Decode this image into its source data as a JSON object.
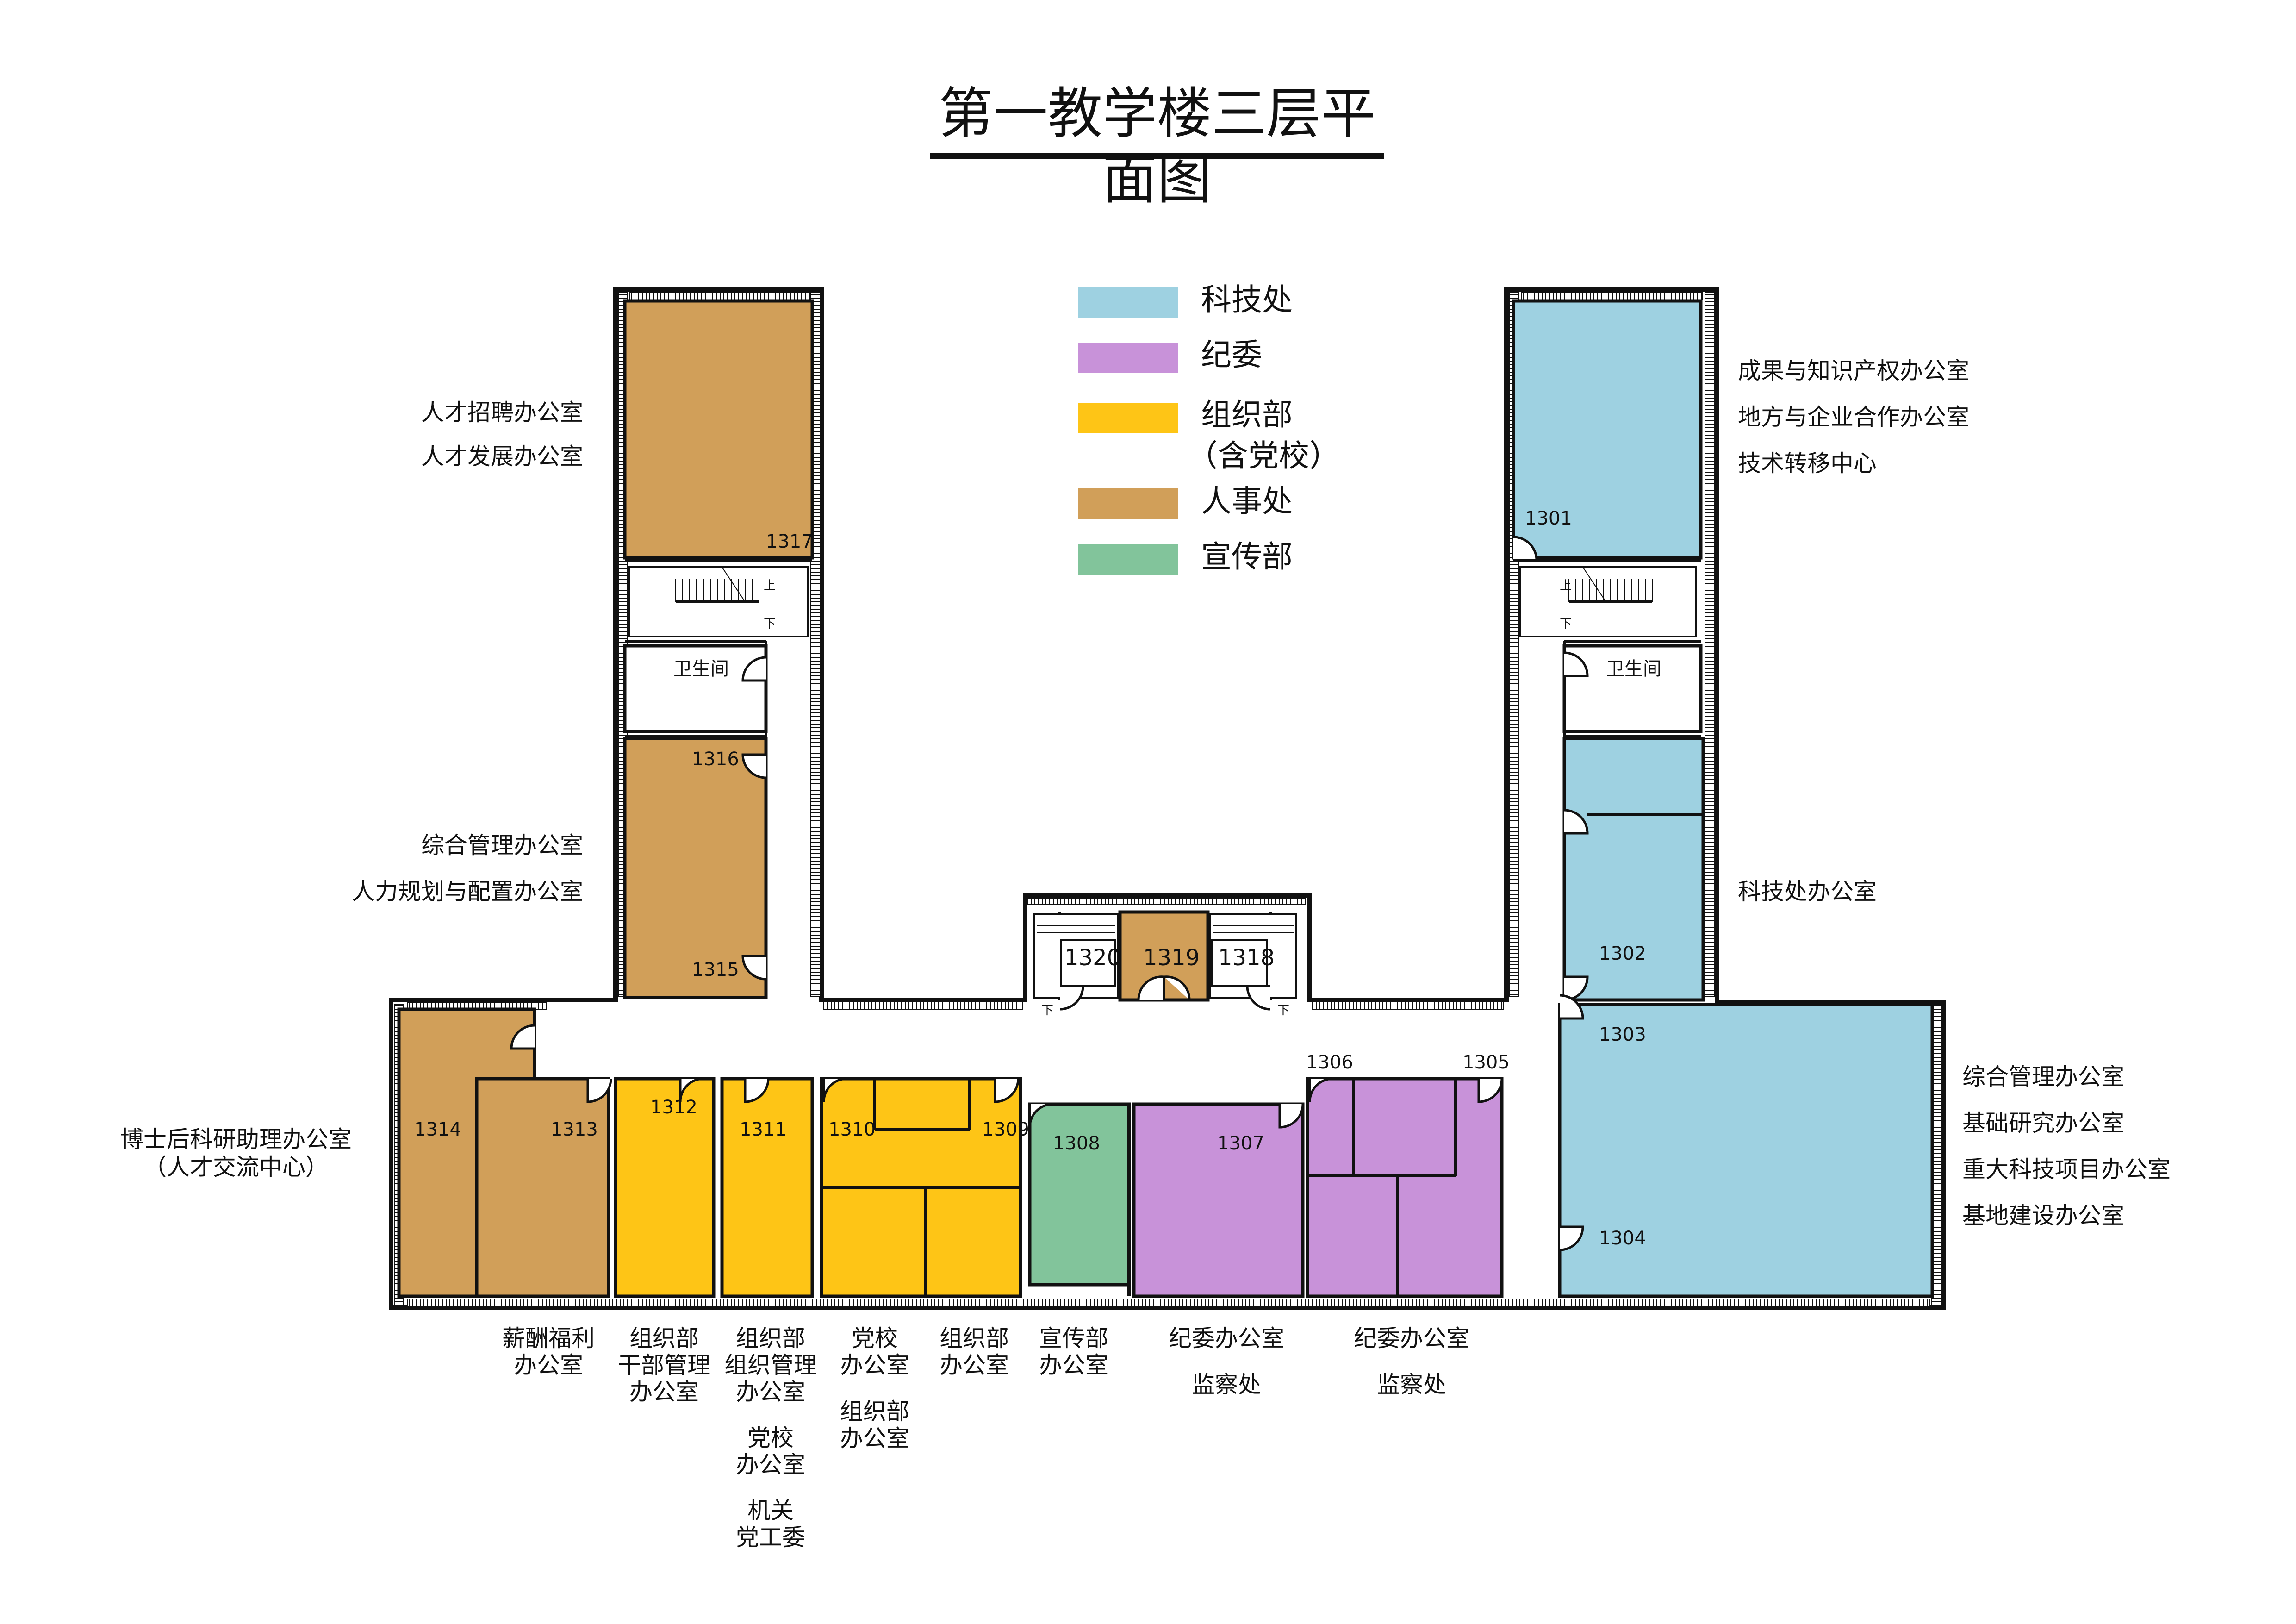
{
  "title": "第一教学楼三层平面图",
  "colors": {
    "keji": "#9ed1e1",
    "jiwei": "#c892d9",
    "zuzhi": "#fec516",
    "renshi": "#d19f59",
    "xuanchuan": "#82c49b",
    "wall": "#111111"
  },
  "legend": [
    {
      "label": "科技处",
      "color": "#9ed1e1"
    },
    {
      "label": "纪委",
      "color": "#c892d9"
    },
    {
      "label": "组织部",
      "label2": "（含党校）",
      "color": "#fec516"
    },
    {
      "label": "人事处",
      "color": "#d19f59"
    },
    {
      "label": "宣传部",
      "color": "#82c49b"
    }
  ],
  "rooms": {
    "r1301": "1301",
    "r1302": "1302",
    "r1303": "1303",
    "r1304": "1304",
    "r1305": "1305",
    "r1306": "1306",
    "r1307": "1307",
    "r1308": "1308",
    "r1309": "1309",
    "r1310": "1310",
    "r1311": "1311",
    "r1312": "1312",
    "r1313": "1313",
    "r1314": "1314",
    "r1315": "1315",
    "r1316": "1316",
    "r1317": "1317",
    "r1318": "1318",
    "r1319": "1319",
    "r1320": "1320"
  },
  "restroom": "卫生间",
  "stairs": {
    "up": "上",
    "down": "下"
  },
  "labels": {
    "l1317a": "人才招聘办公室",
    "l1317b": "人才发展办公室",
    "l1316a": "综合管理办公室",
    "l1316b": "人力规划与配置办公室",
    "l1314a": "博士后科研助理办公室",
    "l1314b": "（人才交流中心）",
    "l1301a": "成果与知识产权办公室",
    "l1301b": "地方与企业合作办公室",
    "l1301c": "技术转移中心",
    "l1302": "科技处办公室",
    "l1304a": "综合管理办公室",
    "l1304b": "基础研究办公室",
    "l1304c": "重大科技项目办公室",
    "l1304d": "基地建设办公室",
    "b1313a": "薪酬福利",
    "b1313b": "办公室",
    "b1312a": "组织部",
    "b1312b": "干部管理",
    "b1312c": "办公室",
    "b1311a": "组织部",
    "b1311b": "组织管理",
    "b1311c": "办公室",
    "b1311d": "党校",
    "b1311e": "办公室",
    "b1311f": "机关",
    "b1311g": "党工委",
    "b1310a": "党校",
    "b1310b": "办公室",
    "b1310c": "组织部",
    "b1310d": "办公室",
    "b1309a": "组织部",
    "b1309b": "办公室",
    "b1308a": "宣传部",
    "b1308b": "办公室",
    "b1307a": "纪委办公室",
    "b1307b": "监察处",
    "b1306a": "纪委办公室",
    "b1306b": "监察处"
  }
}
